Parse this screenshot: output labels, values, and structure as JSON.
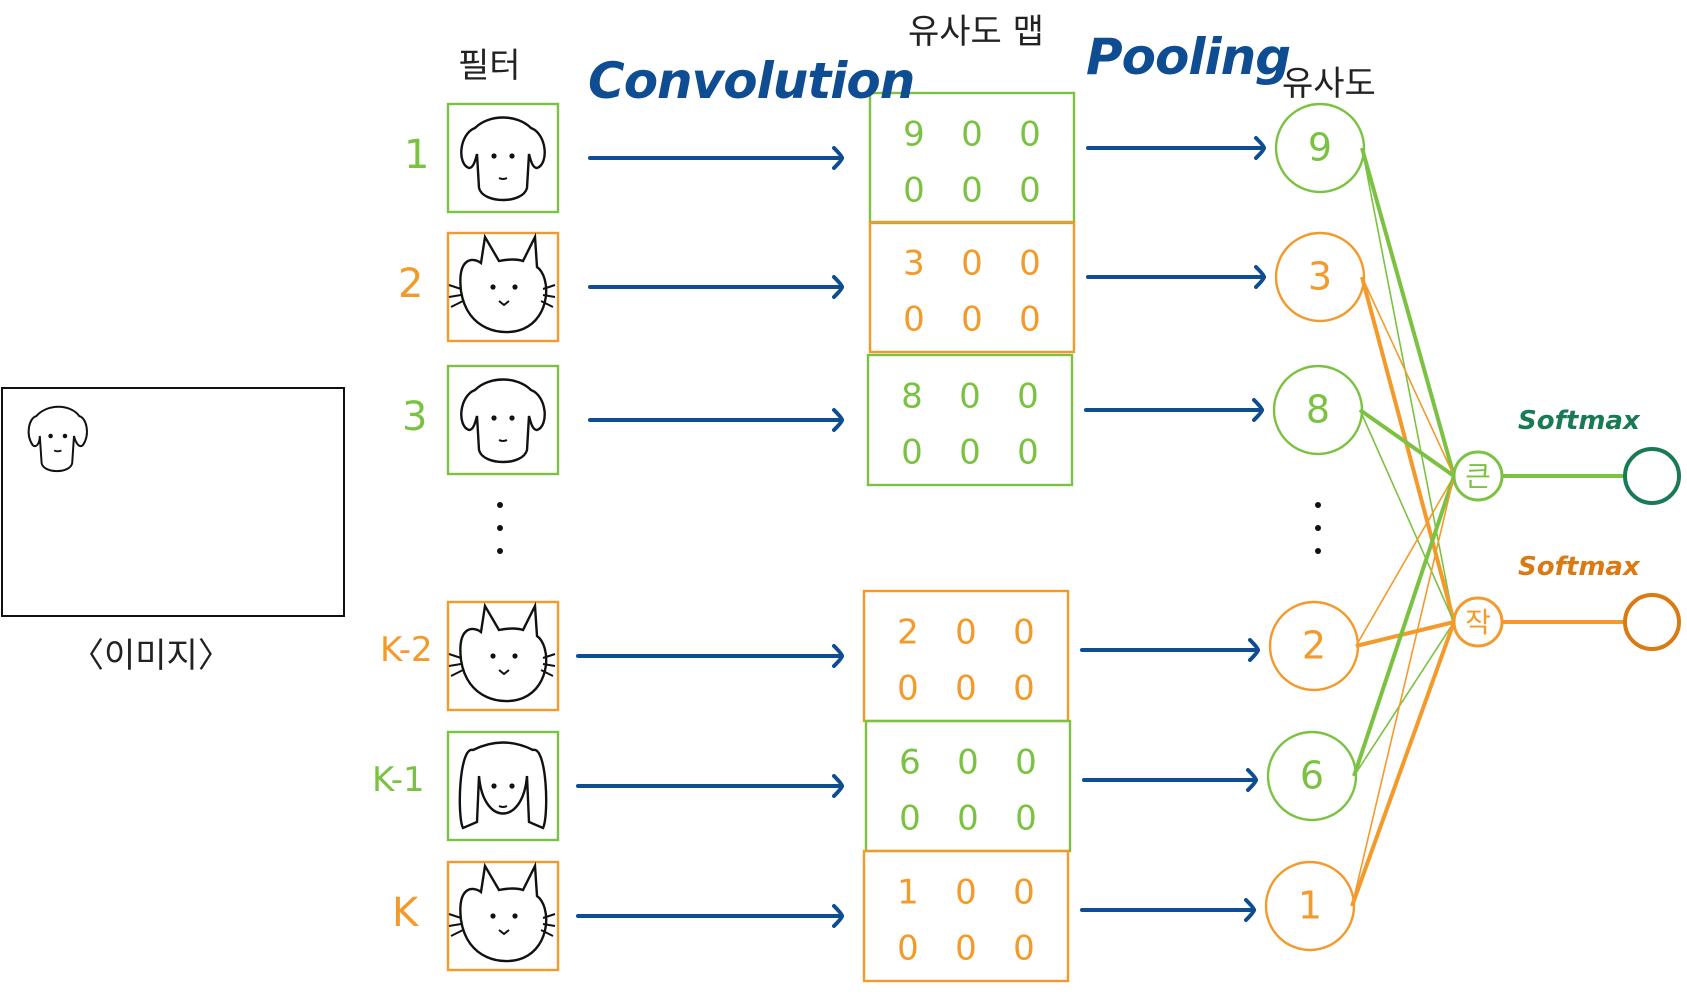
{
  "titles": {
    "filter": "필터",
    "convolution": "Convolution",
    "similarity_map": "유사도 맵",
    "pooling": "Pooling",
    "similarity": "유사도",
    "image": "〈이미지〉"
  },
  "colors": {
    "green": "#7cc242",
    "orange": "#f39a2b",
    "blue": "#0e4d92",
    "dark_green": "#1a7a55",
    "dark_orange": "#d97a12",
    "ink": "#111111"
  },
  "rows": [
    {
      "label": "1",
      "color": "green",
      "icon": "dog-face-icon",
      "map": [
        "9",
        "0",
        "0",
        "0",
        "0",
        "0"
      ],
      "pooled": "9"
    },
    {
      "label": "2",
      "color": "orange",
      "icon": "cat-face-icon",
      "map": [
        "3",
        "0",
        "0",
        "0",
        "0",
        "0"
      ],
      "pooled": "3"
    },
    {
      "label": "3",
      "color": "green",
      "icon": "dog-face-icon",
      "map": [
        "8",
        "0",
        "0",
        "0",
        "0",
        "0"
      ],
      "pooled": "8"
    },
    {
      "label": "K-2",
      "color": "orange",
      "icon": "cat-face-icon",
      "map": [
        "2",
        "0",
        "0",
        "0",
        "0",
        "0"
      ],
      "pooled": "2"
    },
    {
      "label": "K-1",
      "color": "green",
      "icon": "long-ear-dog-face-icon",
      "map": [
        "6",
        "0",
        "0",
        "0",
        "0",
        "0"
      ],
      "pooled": "6"
    },
    {
      "label": "K",
      "color": "orange",
      "icon": "cat-face-icon",
      "map": [
        "1",
        "0",
        "0",
        "0",
        "0",
        "0"
      ],
      "pooled": "1"
    }
  ],
  "outputs": [
    {
      "label": "큰",
      "softmax": "Softmax",
      "color": "green",
      "softmax_color": "dark_green"
    },
    {
      "label": "작",
      "softmax": "Softmax",
      "color": "orange",
      "softmax_color": "dark_orange"
    }
  ]
}
